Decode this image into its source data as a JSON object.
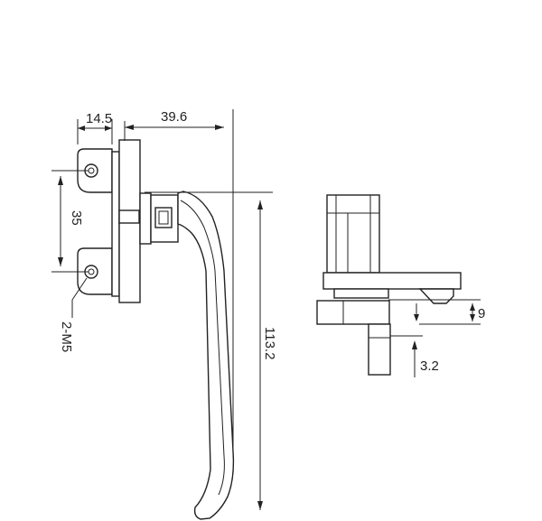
{
  "dimensions": {
    "width_pitch": "14.5",
    "offset": "39.6",
    "hole_spacing": "35",
    "screws": "2-M5",
    "handle_length": "113.2",
    "side_height": "9",
    "side_offset": "3.2"
  }
}
